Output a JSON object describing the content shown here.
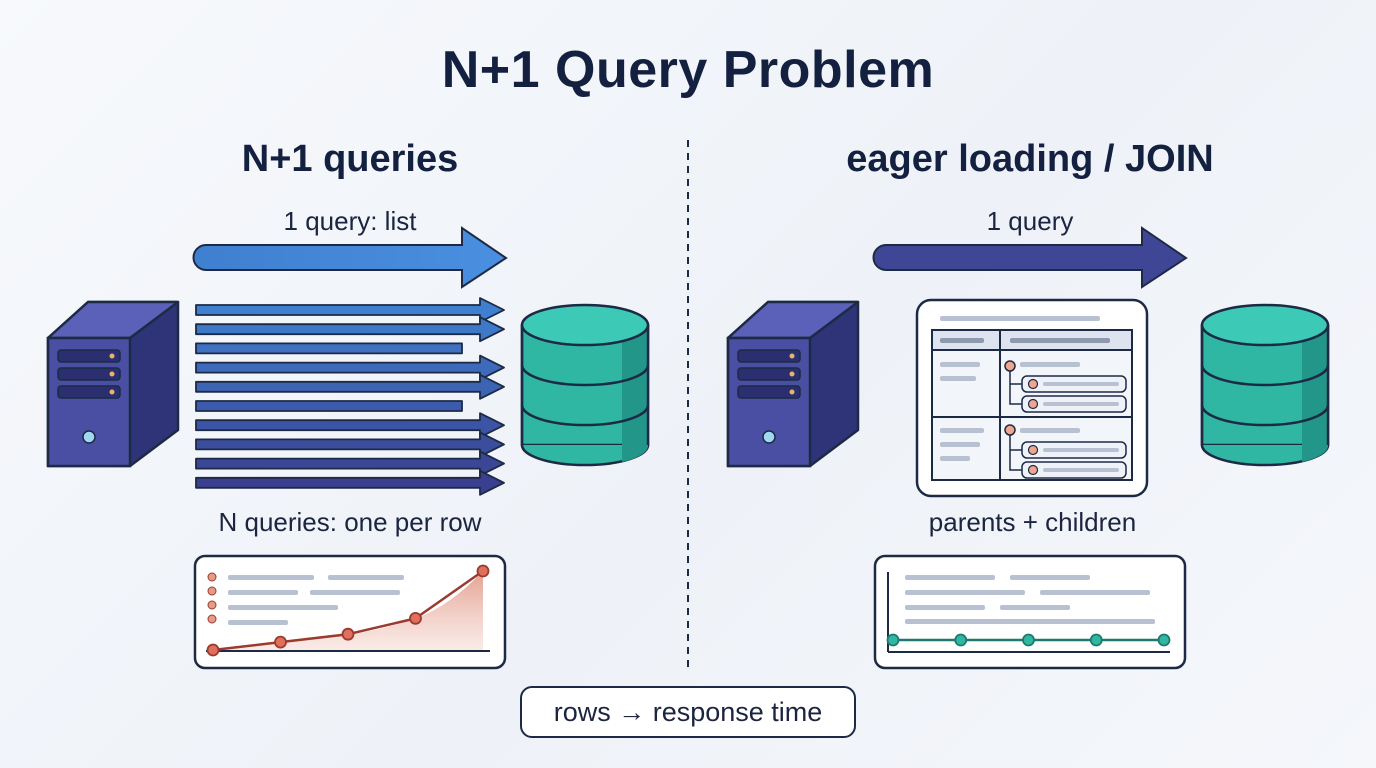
{
  "title": "N+1 Query Problem",
  "left": {
    "heading": "N+1 queries",
    "top_arrow_label": "1 query: list",
    "bottom_label": "N queries: one per row"
  },
  "right": {
    "heading": "eager loading / JOIN",
    "top_arrow_label": "1 query",
    "bottom_label": "parents + children"
  },
  "footer_label": "rows → response time",
  "colors": {
    "server": "#4a4fa3",
    "server_dark": "#2f3478",
    "database": "#2fb7a4",
    "database_dark": "#23968a",
    "arrow_blue": "#3f7fd0",
    "arrow_indigo": "#3a3f8f",
    "growth_line": "#9b3a2e",
    "flat_line": "#1f7a6c",
    "outline": "#1d2a45"
  },
  "icons": [
    "server-icon",
    "database-icon",
    "table-icon",
    "line-chart-icon"
  ],
  "chart_data": [
    {
      "type": "line",
      "title": "",
      "xlabel": "",
      "ylabel": "",
      "series": [
        {
          "values": [
            0,
            1,
            2,
            4,
            10
          ]
        }
      ]
    },
    {
      "type": "line",
      "title": "",
      "xlabel": "",
      "ylabel": "",
      "series": [
        {
          "values": [
            1,
            1,
            1,
            1,
            1
          ]
        }
      ]
    }
  ]
}
